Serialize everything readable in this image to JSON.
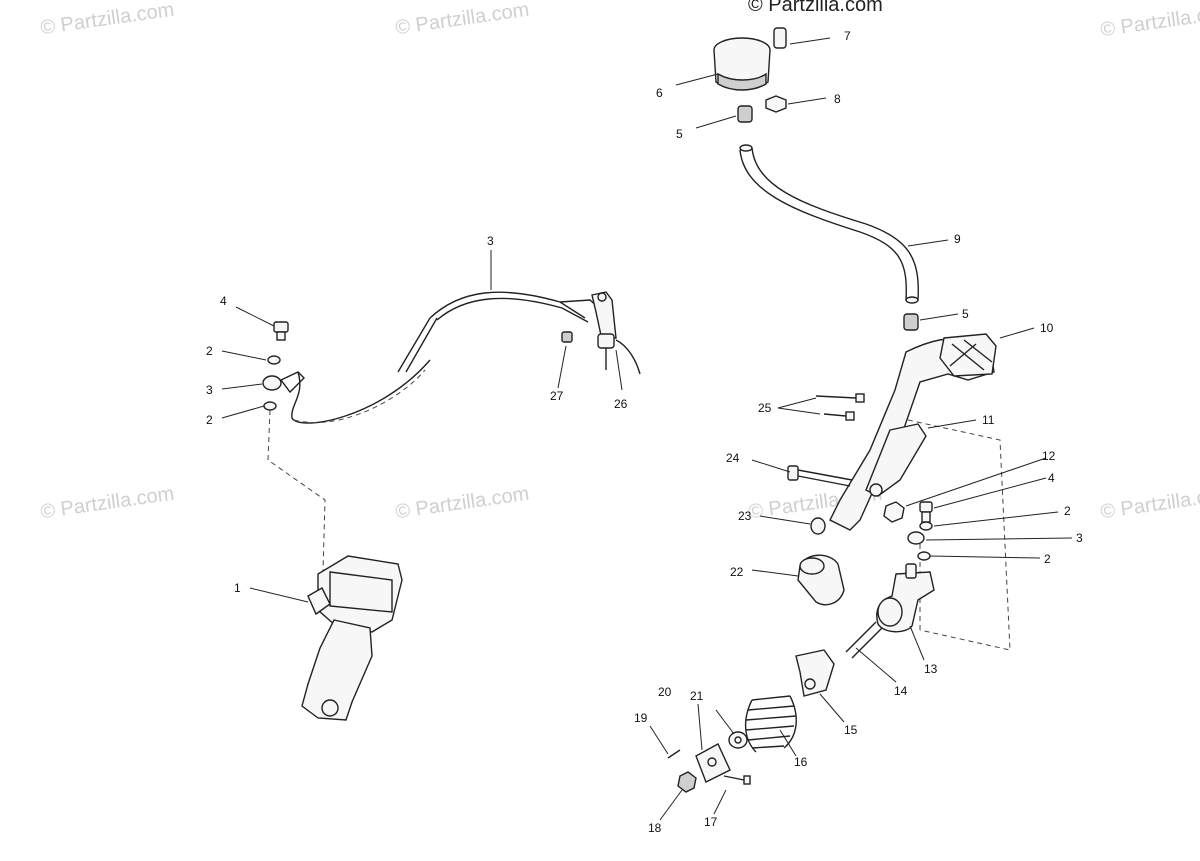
{
  "watermark_text": "© Partzilla.com",
  "callouts": {
    "c1": "1",
    "c2a": "2",
    "c2b": "2",
    "c2c": "2",
    "c2d": "2",
    "c3a": "3",
    "c3b": "3",
    "c3c": "3",
    "c4a": "4",
    "c4b": "4",
    "c5a": "5",
    "c5b": "5",
    "c6": "6",
    "c7": "7",
    "c8": "8",
    "c9": "9",
    "c10": "10",
    "c11": "11",
    "c12": "12",
    "c13": "13",
    "c14": "14",
    "c15": "15",
    "c16": "16",
    "c17": "17",
    "c18": "18",
    "c19": "19",
    "c20": "20",
    "c21": "21",
    "c22": "22",
    "c23": "23",
    "c24": "24",
    "c25": "25",
    "c26": "26",
    "c27": "27"
  }
}
